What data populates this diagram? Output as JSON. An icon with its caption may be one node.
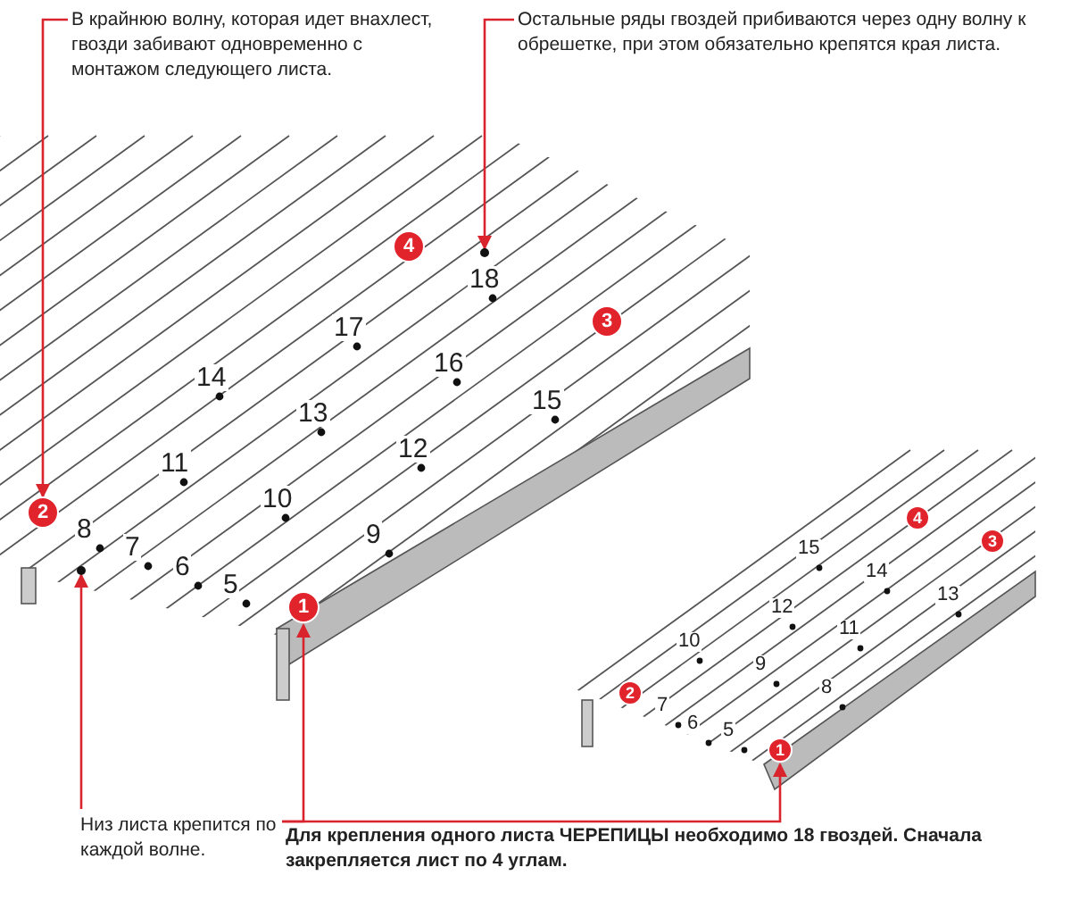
{
  "diagram": {
    "nodes": [
      {
        "text": [
          "В крайнюю волну, которая идет внахлест, гвозди забивают одновременно с монтажом следующего листа."
        ]
      },
      {
        "text": [
          "Остальные ряды гвоздей прибиваются через одну волну к обрешетке, при этом обязательно крепятся края листа."
        ]
      },
      {
        "text": [
          "4"
        ]
      },
      {
        "text": [
          "3"
        ]
      },
      {
        "text": [
          "2"
        ]
      },
      {
        "text": [
          "1"
        ]
      },
      {
        "text": [
          "4"
        ]
      },
      {
        "text": [
          "3"
        ]
      },
      {
        "text": [
          "2"
        ]
      },
      {
        "text": [
          "1"
        ]
      },
      {
        "text": [
          "Низ листа крепится по каждой волне."
        ]
      },
      {
        "text": [
          "Для крепления одного листа ЧЕРЕПИЦЫ необходимо 18 гвоздей. Сначала закрепляется лист по 4 углам."
        ]
      },
      {
        "text": [],
        "shape": "circle"
      },
      {
        "text": [],
        "shape": "circle"
      }
    ],
    "edges": [
      {
        "from": 0,
        "to": 4,
        "arrow": "to"
      },
      {
        "from": 1,
        "to": 12,
        "arrow": "to"
      },
      {
        "from": 10,
        "to": 13,
        "arrow": "to"
      },
      {
        "from": 11,
        "to": 5,
        "arrow": "to"
      },
      {
        "from": 11,
        "to": 9,
        "arrow": "to"
      }
    ],
    "labels": [
      "18",
      "17",
      "14",
      "16",
      "13",
      "11",
      "15",
      "12",
      "10",
      "8",
      "9",
      "7",
      "6",
      "5",
      "15",
      "14",
      "12",
      "13",
      "11",
      "10",
      "9",
      "8",
      "7",
      "6",
      "5"
    ]
  }
}
